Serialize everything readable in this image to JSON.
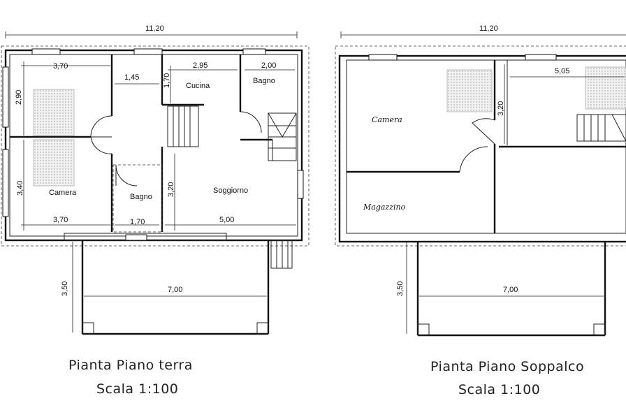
{
  "ground_floor": {
    "overall_width": "11,20",
    "dims": {
      "top_left_room": "3,70",
      "corridor": "1,45",
      "kitchen": "2,95",
      "bath_top": "2,00",
      "left_upper_height": "2,90",
      "kitchen_height": "1,70",
      "left_lower_height": "3,40",
      "bath_height": "3,20",
      "bottom_left_room": "3,70",
      "bottom_bath": "1,70",
      "living": "5,00",
      "porch_depth": "3,50",
      "porch_width": "7,00"
    },
    "rooms": {
      "kitchen": "Cucina",
      "bath_top": "Bagno",
      "bedroom": "Camera",
      "bath": "Bagno",
      "living": "Soggiorno"
    },
    "caption_line1": "Pianta Piano terra",
    "caption_line2": "Scala 1:100"
  },
  "mezzanine_floor": {
    "overall_width": "11,20",
    "dims": {
      "right_room": "5,05",
      "stair_height": "3,20",
      "porch_depth": "3,50",
      "porch_width": "7,00"
    },
    "rooms": {
      "bedroom": "Camera",
      "storage": "Magazzino"
    },
    "caption_line1": "Pianta Piano Soppalco",
    "caption_line2": "Scala 1:100"
  }
}
